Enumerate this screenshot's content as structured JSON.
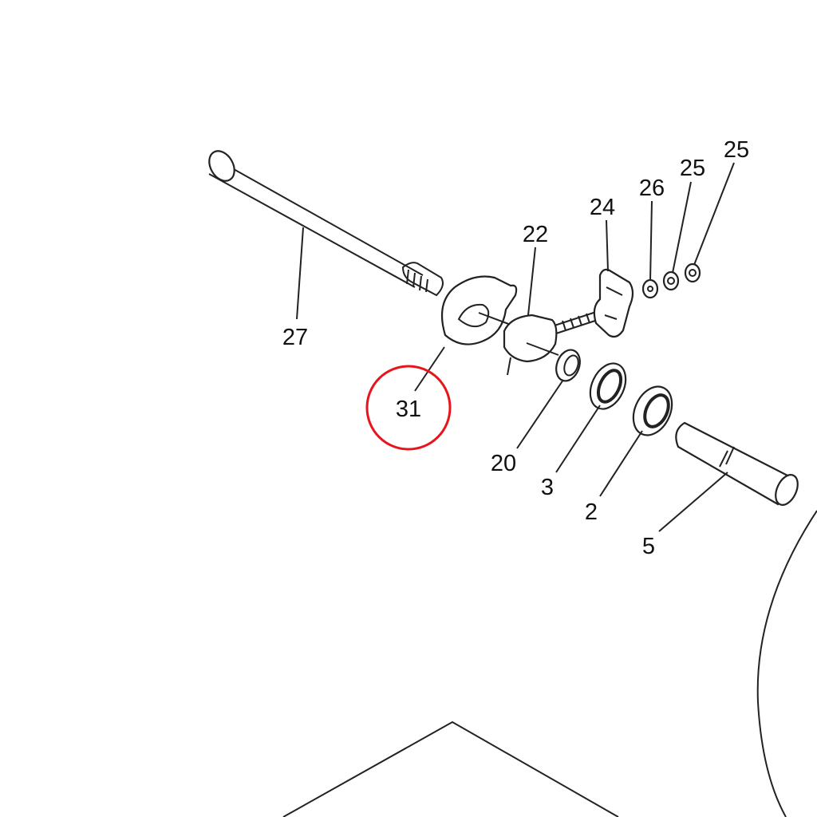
{
  "diagram": {
    "callouts": [
      {
        "id": "27",
        "label": "27"
      },
      {
        "id": "31",
        "label": "31",
        "highlighted": true
      },
      {
        "id": "22",
        "label": "22"
      },
      {
        "id": "24",
        "label": "24"
      },
      {
        "id": "26",
        "label": "26"
      },
      {
        "id": "25a",
        "label": "25"
      },
      {
        "id": "25b",
        "label": "25"
      },
      {
        "id": "20",
        "label": "20"
      },
      {
        "id": "3",
        "label": "3"
      },
      {
        "id": "2",
        "label": "2"
      },
      {
        "id": "5",
        "label": "5"
      }
    ],
    "highlight_color": "#e8141b"
  }
}
